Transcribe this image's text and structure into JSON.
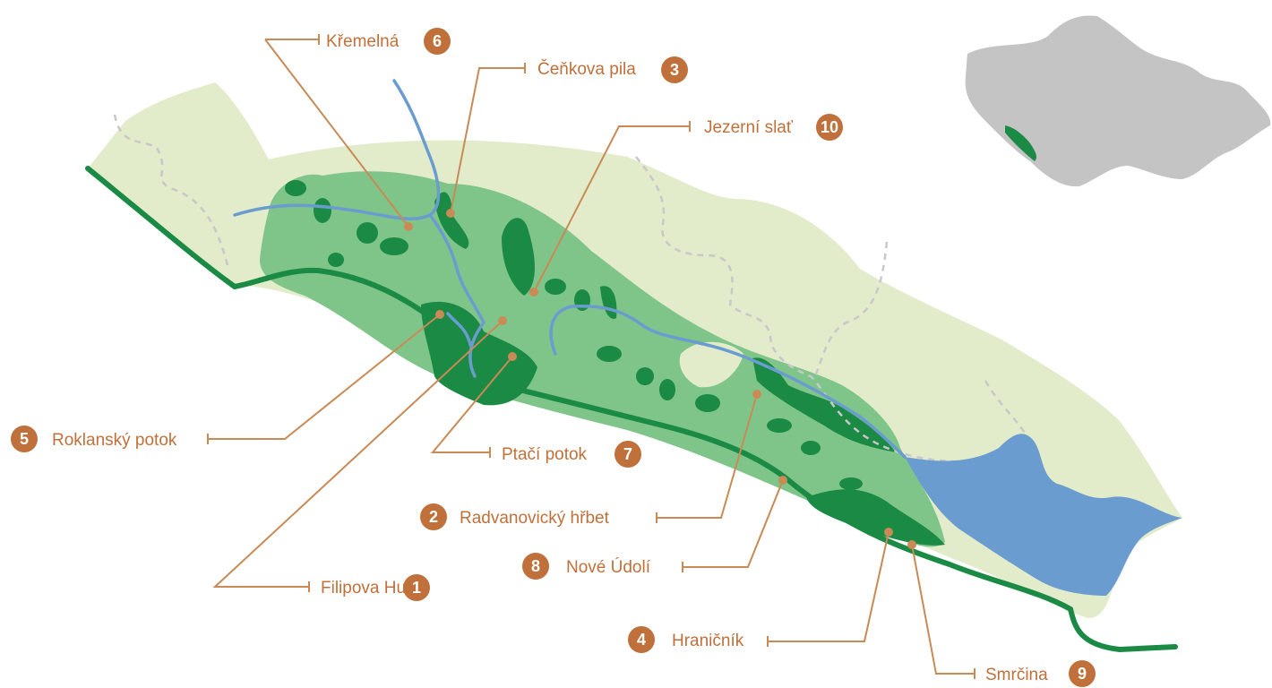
{
  "map": {
    "colors": {
      "outer_zone": "#e2eccb",
      "middle_zone": "#7fc58a",
      "core_zone": "#1a8a45",
      "boundary": "#1a8a45",
      "river": "#6b9cd0",
      "lake": "#6b9cd0",
      "border_dashed": "#c8c8c8",
      "label": "#c0703a",
      "inset_country": "#c4c4c4"
    },
    "locations": [
      {
        "id": "filipova-hut",
        "number": "1",
        "name": "Filipova Huť"
      },
      {
        "id": "radvanovicky-hrbet",
        "number": "2",
        "name": "Radvanovický hřbet"
      },
      {
        "id": "cenkova-pila",
        "number": "3",
        "name": "Čeňkova pila"
      },
      {
        "id": "hranicnik",
        "number": "4",
        "name": "Hraničník"
      },
      {
        "id": "roklansky-potok",
        "number": "5",
        "name": "Roklanský potok"
      },
      {
        "id": "kremelna",
        "number": "6",
        "name": "Křemelná"
      },
      {
        "id": "ptaci-potok",
        "number": "7",
        "name": "Ptačí potok"
      },
      {
        "id": "nove-udoli",
        "number": "8",
        "name": "Nové Údolí"
      },
      {
        "id": "smrcina",
        "number": "9",
        "name": "Smrčina"
      },
      {
        "id": "jezerni-slat",
        "number": "10",
        "name": "Jezerní slať"
      }
    ]
  }
}
